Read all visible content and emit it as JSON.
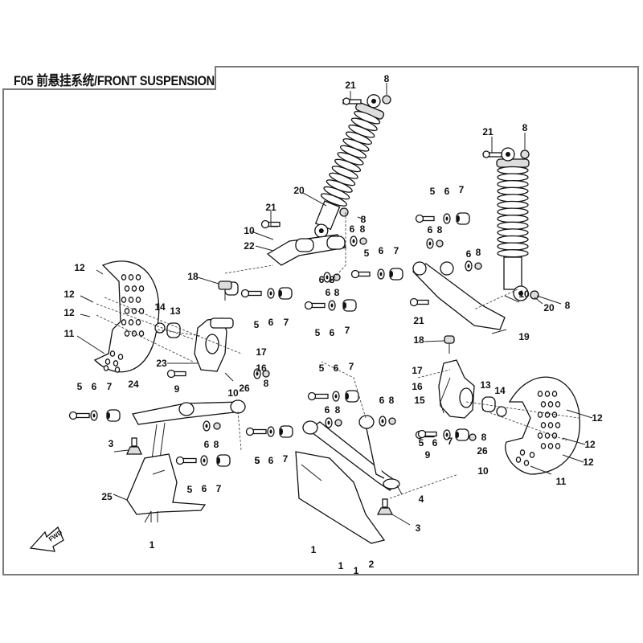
{
  "title": "F05 前悬挂系统/FRONT SUSPENSION",
  "direction_arrow_label": "FWD",
  "colors": {
    "frame": "#7a7a7a",
    "ink": "#111111",
    "background": "#ffffff"
  },
  "callouts": {
    "c01": "21",
    "c02": "8",
    "c03": "20",
    "c04": "21",
    "c05": "8",
    "c06": "21",
    "c07": "8",
    "c08": "10",
    "c09": "22",
    "c10": "6",
    "c11": "8",
    "c12": "5",
    "c13": "6",
    "c14": "7",
    "c15": "6",
    "c16": "8",
    "c17": "5",
    "c18": "6",
    "c19": "7",
    "c20": "6",
    "c21": "8",
    "c22": "5",
    "c23": "6",
    "c24": "7",
    "c25": "6",
    "c26": "8",
    "c27": "12",
    "c28": "12",
    "c29": "12",
    "c30": "11",
    "c31": "14",
    "c32": "13",
    "c33": "18",
    "c34": "5",
    "c35": "6",
    "c36": "7",
    "c37": "5",
    "c38": "6",
    "c39": "7",
    "c40": "17",
    "c41": "16",
    "c42": "23",
    "c43": "9",
    "c44": "26",
    "c45": "8",
    "c46": "10",
    "c47": "10",
    "c48": "20",
    "c49": "8",
    "c50": "21",
    "c51": "19",
    "c52": "18",
    "c53": "5",
    "c54": "6",
    "c55": "7",
    "c56": "24",
    "c57": "6",
    "c58": "8",
    "c59": "3",
    "c60": "5",
    "c61": "6",
    "c62": "7",
    "c63": "25",
    "c64": "1",
    "c65": "5",
    "c66": "6",
    "c67": "7",
    "c68": "6",
    "c69": "8",
    "c70": "5",
    "c71": "6",
    "c72": "7",
    "c73": "6",
    "c74": "8",
    "c75": "17",
    "c76": "16",
    "c77": "15",
    "c78": "13",
    "c79": "14",
    "c80": "9",
    "c81": "8",
    "c82": "26",
    "c83": "10",
    "c84": "12",
    "c85": "12",
    "c86": "12",
    "c87": "11",
    "c88": "4",
    "c89": "3",
    "c90": "1",
    "c91": "1",
    "c92": "1",
    "c93": "2",
    "c94": "6",
    "c95": "8"
  }
}
